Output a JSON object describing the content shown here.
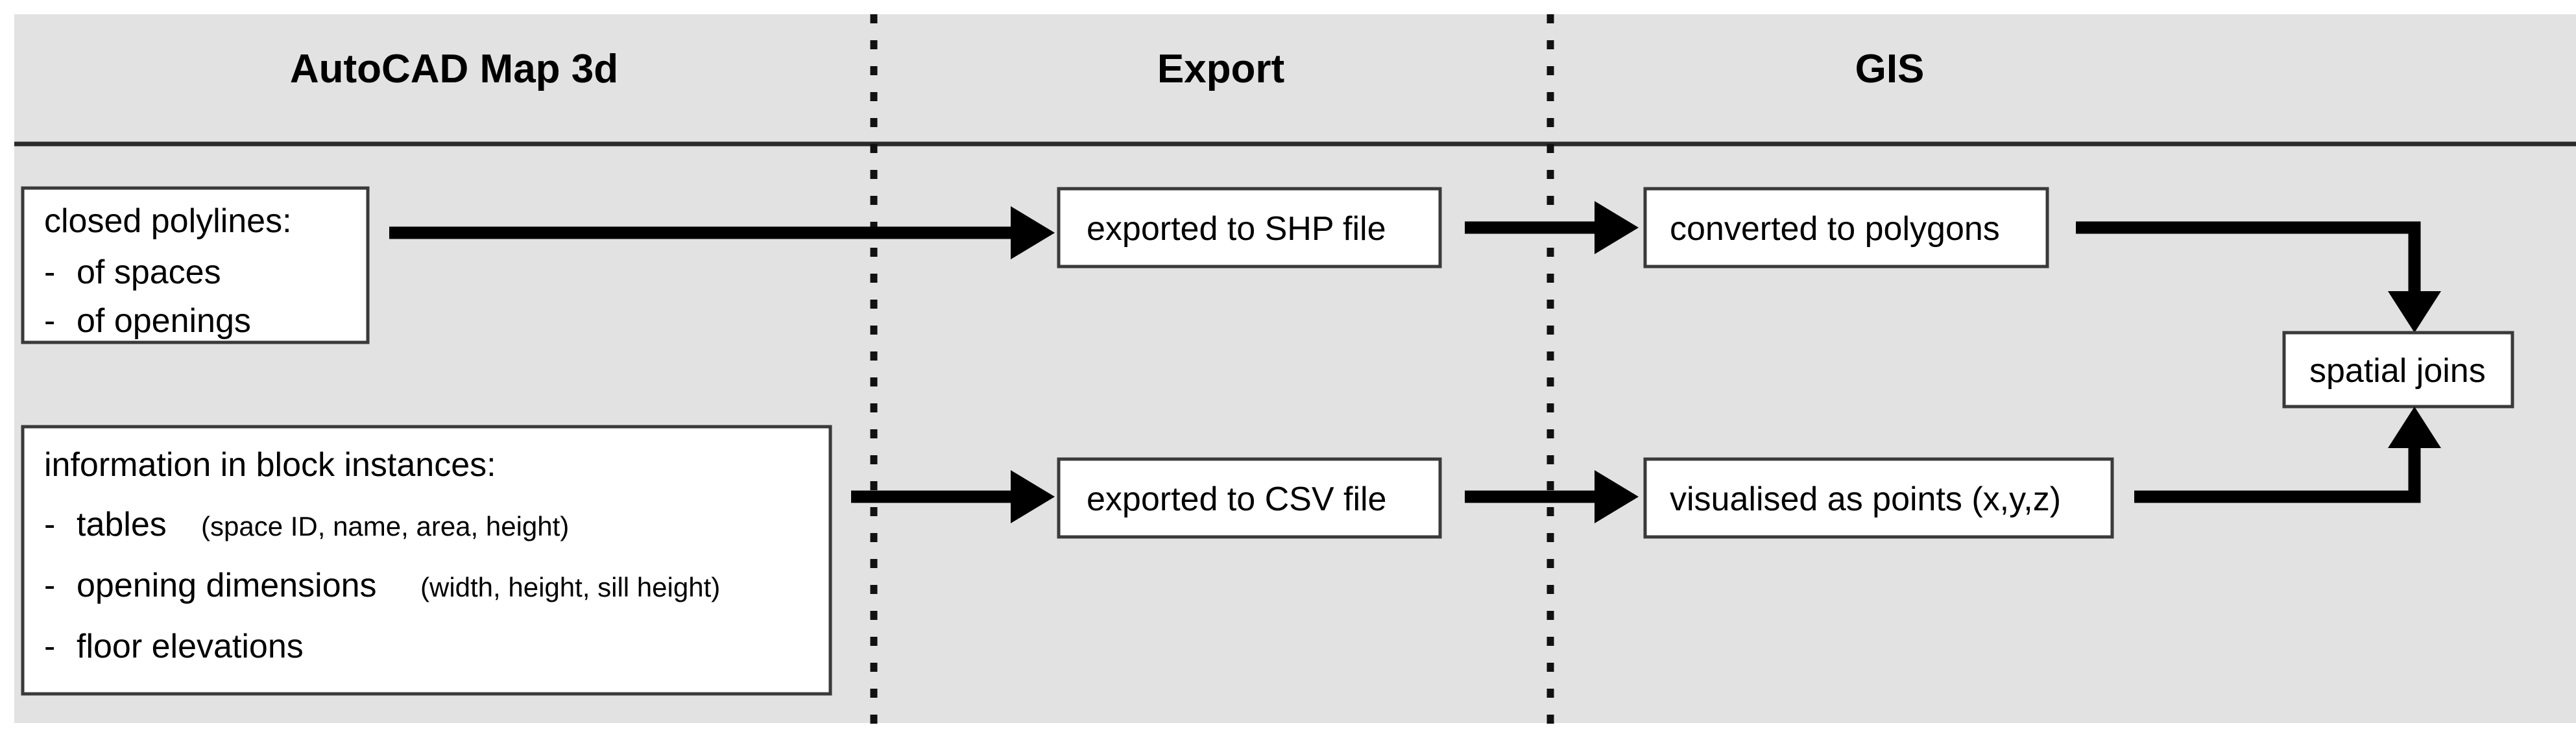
{
  "figure": {
    "type": "flow-diagram",
    "title": "Workflow from AutoCAD Map 3d through Export to GIS",
    "background_color": "#e2e2e2",
    "page_color": "#ffffff",
    "line_color": "#000000",
    "box_fill": "#ffffff",
    "box_border": "#3a3a3a"
  },
  "columns": [
    {
      "id": "autocad",
      "label": "AutoCAD Map 3d"
    },
    {
      "id": "export",
      "label": "Export"
    },
    {
      "id": "gis",
      "label": "GIS"
    }
  ],
  "nodes": {
    "polylines": {
      "title": "closed polylines:",
      "bullets": [
        {
          "marker": "-",
          "text": "of spaces"
        },
        {
          "marker": "-",
          "text": "of openings"
        }
      ]
    },
    "block_info": {
      "title": "information in block instances:",
      "bullets": [
        {
          "marker": "-",
          "text": "tables ",
          "detail": "(space ID, name, area, height)"
        },
        {
          "marker": "-",
          "text": "opening dimensions ",
          "detail": "(width, height, sill height)"
        },
        {
          "marker": "-",
          "text": "floor elevations",
          "detail": ""
        }
      ]
    },
    "shp": {
      "label": "exported to SHP file"
    },
    "csv": {
      "label": "exported to CSV file"
    },
    "polygons": {
      "label": "converted to polygons"
    },
    "points": {
      "label": "visualised as points (x,y,z)"
    },
    "joins": {
      "label": "spatial joins"
    }
  },
  "connectors": [
    {
      "id": "polylines-to-shp",
      "kind": "arrow-right"
    },
    {
      "id": "shp-to-polygons",
      "kind": "arrow-right"
    },
    {
      "id": "polygons-to-joins",
      "kind": "elbow-down-arrow"
    },
    {
      "id": "blockinfo-to-csv",
      "kind": "arrow-right"
    },
    {
      "id": "csv-to-points",
      "kind": "arrow-right"
    },
    {
      "id": "points-to-joins",
      "kind": "elbow-up-arrow"
    }
  ]
}
